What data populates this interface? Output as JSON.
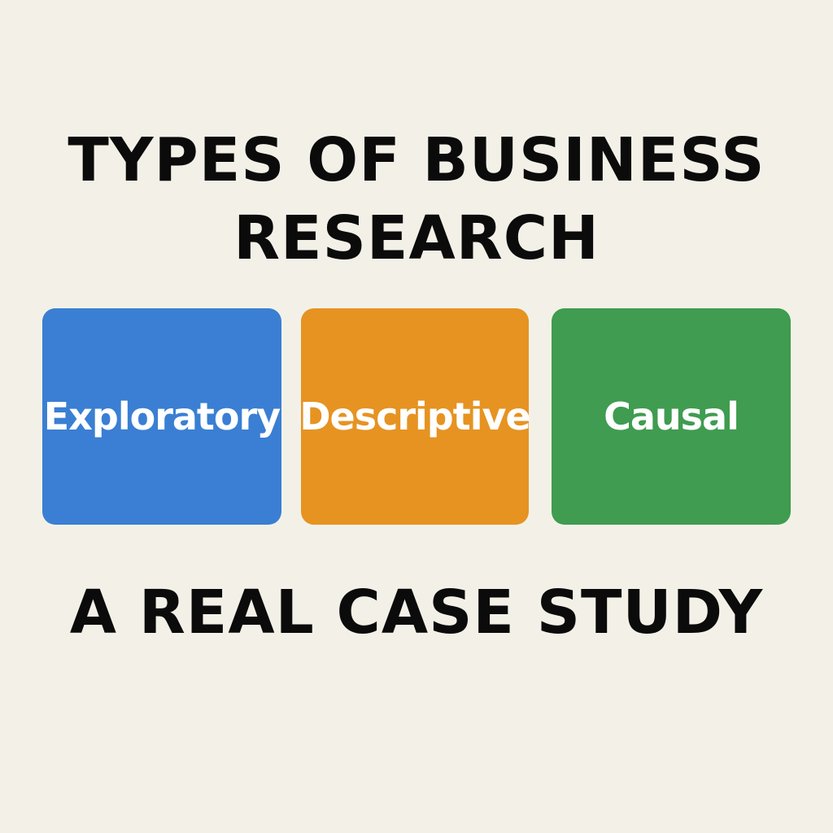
{
  "title": {
    "line1": "TYPES OF BUSINESS",
    "line2": "RESEARCH"
  },
  "boxes": [
    {
      "label": "Exploratory",
      "color": "#3a7fd3"
    },
    {
      "label": "Descriptive",
      "color": "#e69322"
    },
    {
      "label": "Causal",
      "color": "#3f9c50"
    }
  ],
  "subtitle": "A REAL CASE STUDY",
  "colors": {
    "background": "#f3f1e7",
    "text": "#0b0b0b"
  }
}
